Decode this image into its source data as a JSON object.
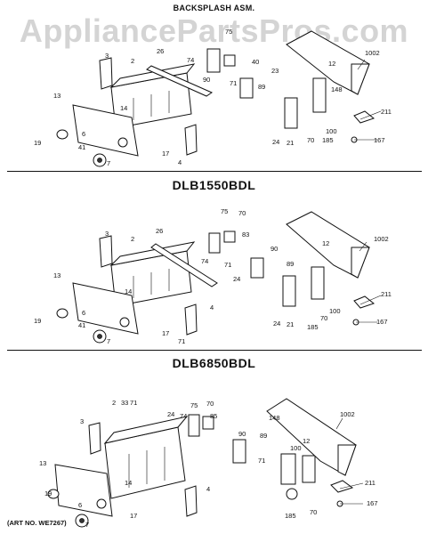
{
  "header": {
    "title": "BACKSPLASH ASM.",
    "watermark": "AppliancePartsPros.com"
  },
  "sections": [
    {
      "model": "",
      "labels": [
        "1002",
        "12",
        "148",
        "100",
        "211",
        "167",
        "185",
        "70",
        "21",
        "24",
        "89",
        "23",
        "40",
        "71",
        "90",
        "75",
        "74",
        "26",
        "2",
        "3",
        "14",
        "13",
        "19",
        "41",
        "6",
        "7",
        "17",
        "4"
      ]
    },
    {
      "model": "DLB1550BDL",
      "labels": [
        "75",
        "70",
        "83",
        "26",
        "2",
        "3",
        "12",
        "1002",
        "90",
        "89",
        "74",
        "71",
        "24",
        "211",
        "100",
        "70",
        "185",
        "21",
        "24",
        "167",
        "13",
        "14",
        "19",
        "41",
        "6",
        "7",
        "17",
        "71",
        "4"
      ]
    },
    {
      "model": "DLB6850BDL",
      "labels": [
        "2",
        "33",
        "71",
        "75",
        "70",
        "85",
        "148",
        "1002",
        "12",
        "3",
        "24",
        "74",
        "90",
        "89",
        "100",
        "71",
        "211",
        "13",
        "14",
        "167",
        "19",
        "6",
        "7",
        "17",
        "4",
        "70",
        "185"
      ]
    }
  ],
  "footer": {
    "art_no": "(ART NO. WE7267)"
  }
}
